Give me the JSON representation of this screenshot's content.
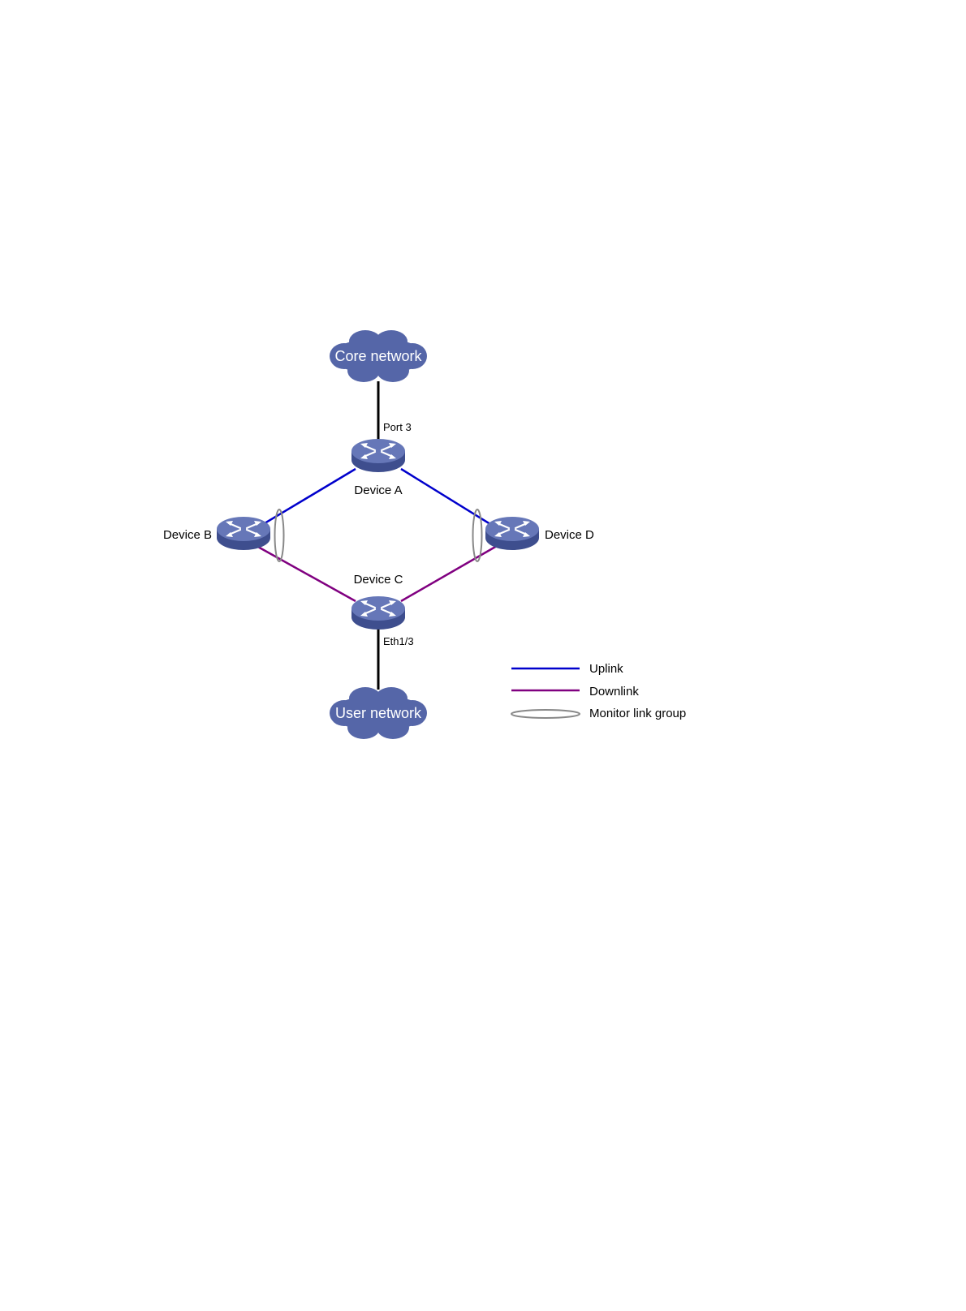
{
  "clouds": {
    "core": {
      "label": "Core network"
    },
    "user": {
      "label": "User network"
    }
  },
  "devices": {
    "a": {
      "label": "Device A"
    },
    "b": {
      "label": "Device B"
    },
    "c": {
      "label": "Device C"
    },
    "d": {
      "label": "Device D"
    }
  },
  "ports": {
    "a_port": "Port 3",
    "c_port": "Eth1/3"
  },
  "legend": {
    "uplink": "Uplink",
    "downlink": "Downlink",
    "monitor_group": "Monitor link group"
  },
  "colors": {
    "uplink": "#0000cc",
    "downlink": "#800080",
    "monitor_group": "#888888",
    "device": "#5566a8",
    "cloud": "#5566a8",
    "core_link": "#000000"
  }
}
